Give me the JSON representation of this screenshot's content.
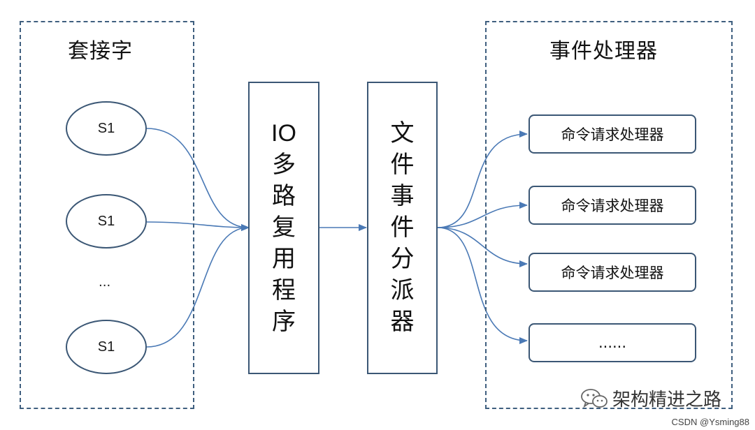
{
  "sockets": {
    "title": "套接字",
    "items": [
      "S1",
      "S1",
      "S1"
    ],
    "ellipsis": "..."
  },
  "multiplexer": {
    "chars": [
      "I",
      "O",
      "多",
      "路",
      "复",
      "用",
      "程",
      "序"
    ]
  },
  "dispatcher": {
    "chars": [
      "文",
      "件",
      "事",
      "件",
      "分",
      "派",
      "器"
    ]
  },
  "handlers": {
    "title": "事件处理器",
    "items": [
      "命令请求处理器",
      "命令请求处理器",
      "命令请求处理器",
      "......"
    ]
  },
  "watermark": {
    "text": "架构精进之路",
    "icon": "wechat-icon"
  },
  "credit": "CSDN @Ysming88",
  "colors": {
    "line": "#4a79b5",
    "border": "#3b5775",
    "dash": "#3f5f7f"
  }
}
